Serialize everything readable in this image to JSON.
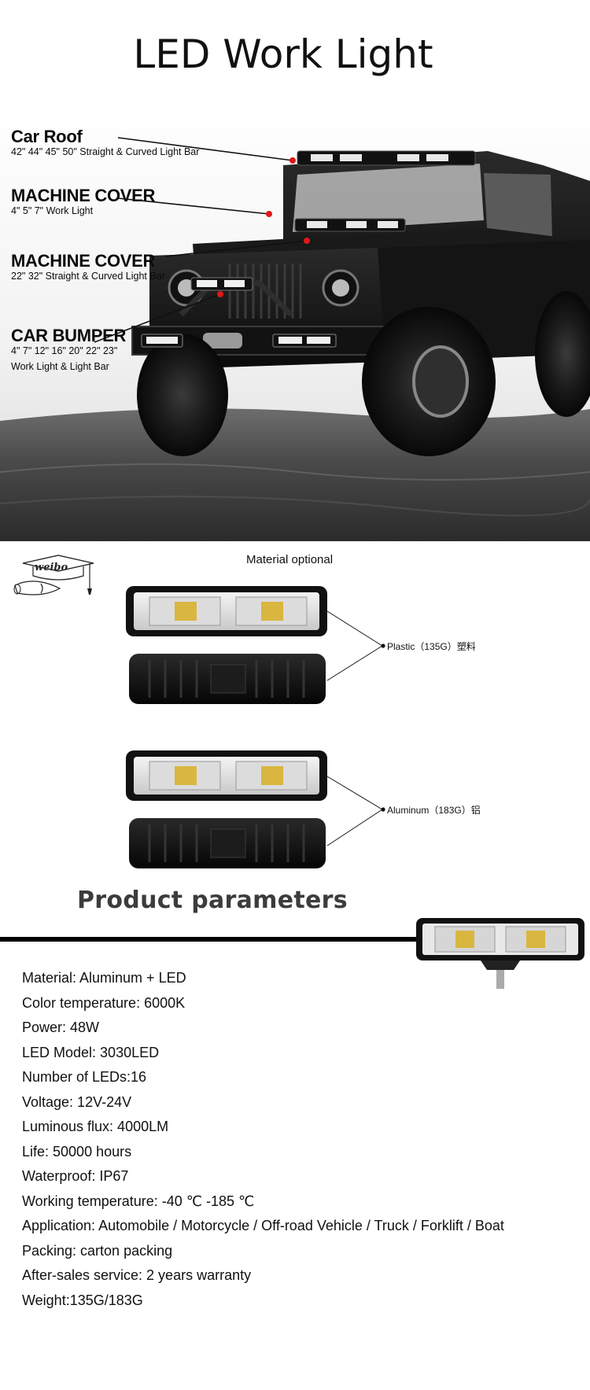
{
  "title": "LED Work Light",
  "hero": {
    "callouts": [
      {
        "heading": "Car Roof",
        "lines": [
          "42\" 44\" 45\" 50\" Straight & Curved Light Bar"
        ]
      },
      {
        "heading": "MACHINE COVER",
        "lines": [
          "4\" 5\" 7\" Work Light"
        ]
      },
      {
        "heading": "MACHINE COVER",
        "lines": [
          "22\" 32\" Straight & Curved Light Bar"
        ]
      },
      {
        "heading": "CAR BUMPER",
        "lines": [
          "4\"  7\"  12\"  16\"  20\"  22\"  23\"",
          "Work Light & Light Bar"
        ]
      }
    ],
    "marker_color": "#e01818"
  },
  "logo_text": "weibo",
  "material": {
    "title": "Material optional",
    "options": [
      {
        "label": "Plastic（135G）塑料"
      },
      {
        "label": "Aluminum（183G）铝"
      }
    ]
  },
  "parameters": {
    "title": "Product parameters",
    "specs": [
      "Material: Aluminum + LED",
      "Color temperature: 6000K",
      "Power: 48W",
      "LED Model: 3030LED",
      "Number of LEDs:16",
      "Voltage: 12V-24V",
      "Luminous flux: 4000LM",
      "Life: 50000 hours",
      "Waterproof: IP67",
      "Working temperature: -40 ℃ -185 ℃",
      "Application: Automobile / Motorcycle / Off-road Vehicle / Truck / Forklift / Boat",
      "Packing: carton packing",
      "After-sales service: 2 years warranty",
      "Weight:135G/183G"
    ]
  }
}
